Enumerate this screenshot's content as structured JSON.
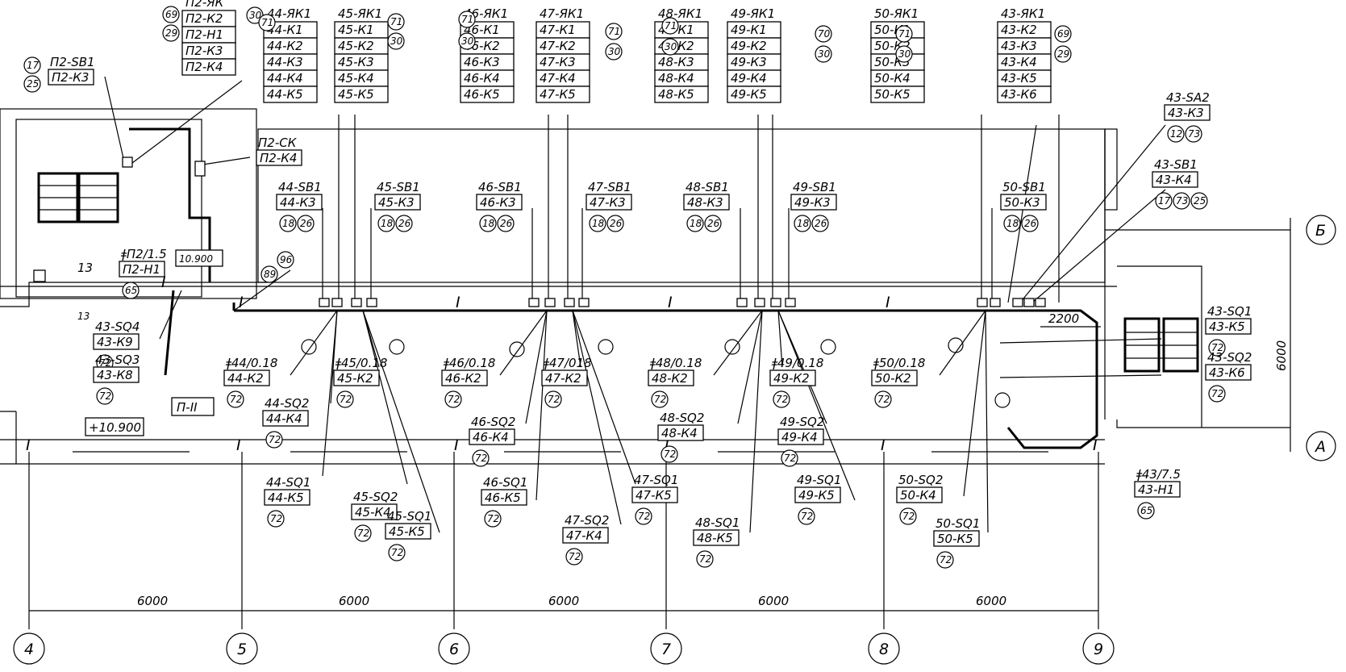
{
  "stacks": [
    {
      "items": [
        "П2-ЯК",
        "П2-К2",
        "П2-Н1",
        "П2-К3",
        "П2-К4"
      ]
    },
    {
      "items": [
        "44-ЯК1",
        "44-К1",
        "44-К2",
        "44-К3",
        "44-К4",
        "44-К5"
      ]
    },
    {
      "items": [
        "45-ЯК1",
        "45-К1",
        "45-К2",
        "45-К3",
        "45-К4",
        "45-К5"
      ]
    },
    {
      "items": [
        "46-ЯК1",
        "46-К1",
        "46-К2",
        "46-К3",
        "46-К4",
        "46-К5"
      ]
    },
    {
      "items": [
        "47-ЯК1",
        "47-К1",
        "47-К2",
        "47-К3",
        "47-К4",
        "47-К5"
      ]
    },
    {
      "items": [
        "48-ЯК1",
        "48-К1",
        "48-К2",
        "48-К3",
        "48-К4",
        "48-К5"
      ]
    },
    {
      "items": [
        "49-ЯК1",
        "49-К1",
        "49-К2",
        "49-К3",
        "49-К4",
        "49-К5"
      ]
    },
    {
      "items": [
        "50-ЯК1",
        "50-К1",
        "50-К2",
        "50-К3",
        "50-К4",
        "50-К5"
      ]
    },
    {
      "items": [
        "43-ЯК1",
        "43-К2",
        "43-К3",
        "43-К4",
        "43-К5",
        "43-К6"
      ]
    }
  ],
  "tags": [
    {
      "label": "П2-SB1",
      "code": "П2-К3",
      "circles": []
    },
    {
      "label": "П2-СК",
      "code": "П2-К4",
      "circles": []
    },
    {
      "label": "ǂП2/1.5",
      "code": "П2-Н1",
      "circles": [
        "65"
      ]
    },
    {
      "label": "43-SQ4",
      "code": "43-К9",
      "circles": [
        "72"
      ]
    },
    {
      "label": "43-SQ3",
      "code": "43-К8",
      "circles": [
        "72"
      ]
    },
    {
      "label": "44-SB1",
      "code": "44-К3",
      "circles": [
        "18",
        "26"
      ]
    },
    {
      "label": "45-SB1",
      "code": "45-К3",
      "circles": [
        "18",
        "26"
      ]
    },
    {
      "label": "46-SB1",
      "code": "46-К3",
      "circles": [
        "18",
        "26"
      ]
    },
    {
      "label": "47-SB1",
      "code": "47-К3",
      "circles": [
        "18",
        "26"
      ]
    },
    {
      "label": "48-SB1",
      "code": "48-К3",
      "circles": [
        "18",
        "26"
      ]
    },
    {
      "label": "49-SB1",
      "code": "49-К3",
      "circles": [
        "18",
        "26"
      ]
    },
    {
      "label": "50-SB1",
      "code": "50-К3",
      "circles": [
        "18",
        "26"
      ]
    },
    {
      "label": "43-SA2",
      "code": "43-К3",
      "circles": [
        "12",
        "73"
      ]
    },
    {
      "label": "43-SB1",
      "code": "43-К4",
      "circles": [
        "17",
        "73",
        "25"
      ]
    },
    {
      "label": "ǂ44/0.18",
      "code": "44-К2",
      "circles": [
        "72"
      ]
    },
    {
      "label": "ǂ45/0.18",
      "code": "45-К2",
      "circles": [
        "72"
      ]
    },
    {
      "label": "ǂ46/0.18",
      "code": "46-К2",
      "circles": [
        "72"
      ]
    },
    {
      "label": "ǂ47/018",
      "code": "47-К2",
      "circles": [
        "72"
      ]
    },
    {
      "label": "ǂ48/0.18",
      "code": "48-К2",
      "circles": [
        "72"
      ]
    },
    {
      "label": "ǂ49/0.18",
      "code": "49-К2",
      "circles": [
        "72"
      ]
    },
    {
      "label": "ǂ50/0.18",
      "code": "50-К2",
      "circles": [
        "72"
      ]
    },
    {
      "label": "44-SQ2",
      "code": "44-К4",
      "circles": [
        "72"
      ]
    },
    {
      "label": "46-SQ2",
      "code": "46-К4",
      "circles": [
        "72"
      ]
    },
    {
      "label": "48-SQ2",
      "code": "48-К4",
      "circles": [
        "72"
      ]
    },
    {
      "label": "49-SQ2",
      "code": "49-К4",
      "circles": [
        "72"
      ]
    },
    {
      "label": "43-SQ1",
      "code": "43-К5",
      "circles": [
        "72"
      ]
    },
    {
      "label": "43-SQ2",
      "code": "43-К6",
      "circles": [
        "72"
      ]
    },
    {
      "label": "44-SQ1",
      "code": "44-К5",
      "circles": [
        "72"
      ]
    },
    {
      "label": "45-SQ2",
      "code": "45-К4",
      "circles": [
        "72"
      ]
    },
    {
      "label": "45-SQ1",
      "code": "45-К5",
      "circles": [
        "72"
      ]
    },
    {
      "label": "46-SQ1",
      "code": "46-К5",
      "circles": [
        "72"
      ]
    },
    {
      "label": "47-SQ2",
      "code": "47-К4",
      "circles": [
        "72"
      ]
    },
    {
      "label": "47-SQ1",
      "code": "47-К5",
      "circles": [
        "72"
      ]
    },
    {
      "label": "48-SQ1",
      "code": "48-К5",
      "circles": [
        "72"
      ]
    },
    {
      "label": "49-SQ1",
      "code": "49-К5",
      "circles": [
        "72"
      ]
    },
    {
      "label": "50-SQ2",
      "code": "50-К4",
      "circles": [
        "72"
      ]
    },
    {
      "label": "50-SQ1",
      "code": "50-К5",
      "circles": [
        "72"
      ]
    },
    {
      "label": "ǂ43/7.5",
      "code": "43-Н1",
      "circles": [
        "65"
      ]
    }
  ],
  "stack_circles": [
    "69",
    "29",
    "30",
    "71",
    "71",
    "30",
    "71",
    "30",
    "71",
    "30",
    "71",
    "30",
    "70",
    "30",
    "71",
    "30",
    "69",
    "29",
    "17",
    "25"
  ],
  "misc": {
    "elev_a": "10.900",
    "elev_b": "+10.900",
    "zone": "П-II",
    "num_13a": "13",
    "num_13b": "13",
    "c89": "89",
    "c96": "96",
    "dim_2200": "2200",
    "dim_6000_vertical": "6000"
  },
  "dimensions": [
    "6000",
    "6000",
    "6000",
    "6000",
    "6000"
  ],
  "axes": [
    "4",
    "5",
    "6",
    "7",
    "8",
    "9"
  ],
  "row_axes": [
    "Б",
    "А"
  ]
}
